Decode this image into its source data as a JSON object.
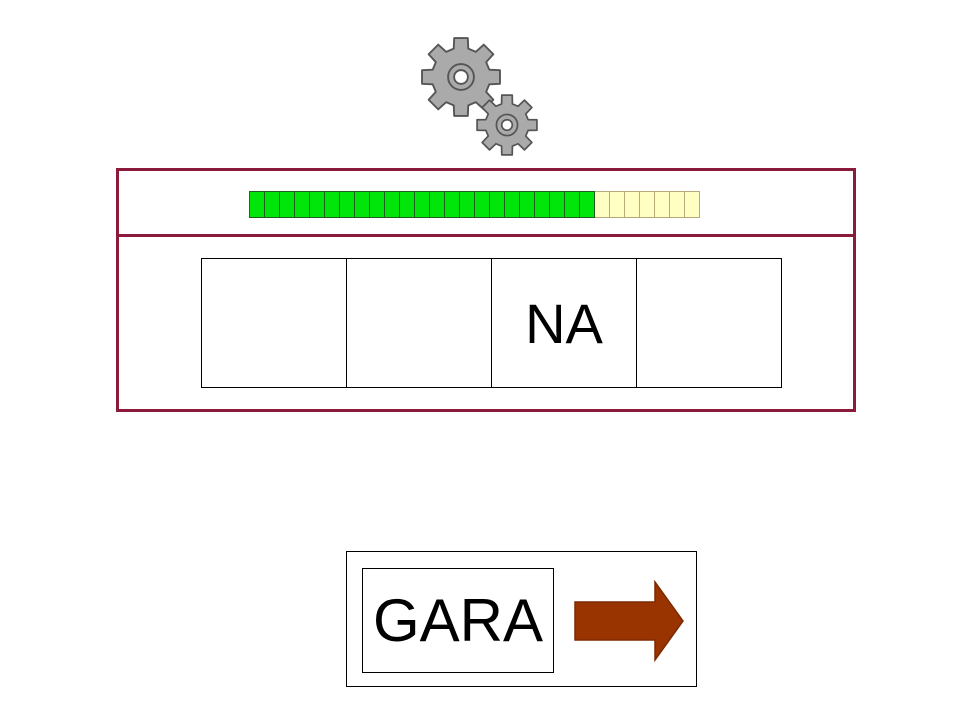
{
  "progress": {
    "filled": 23,
    "total": 30,
    "colors": {
      "filled": "#00e60a",
      "empty": "#ffffc4"
    }
  },
  "slots": [
    "",
    "",
    "NA",
    ""
  ],
  "answer": {
    "word": "GARA",
    "next_icon": "right-arrow-icon",
    "arrow_color": "#993300"
  },
  "accent_color": "#8b1a3b",
  "header_icon": "gears-icon"
}
